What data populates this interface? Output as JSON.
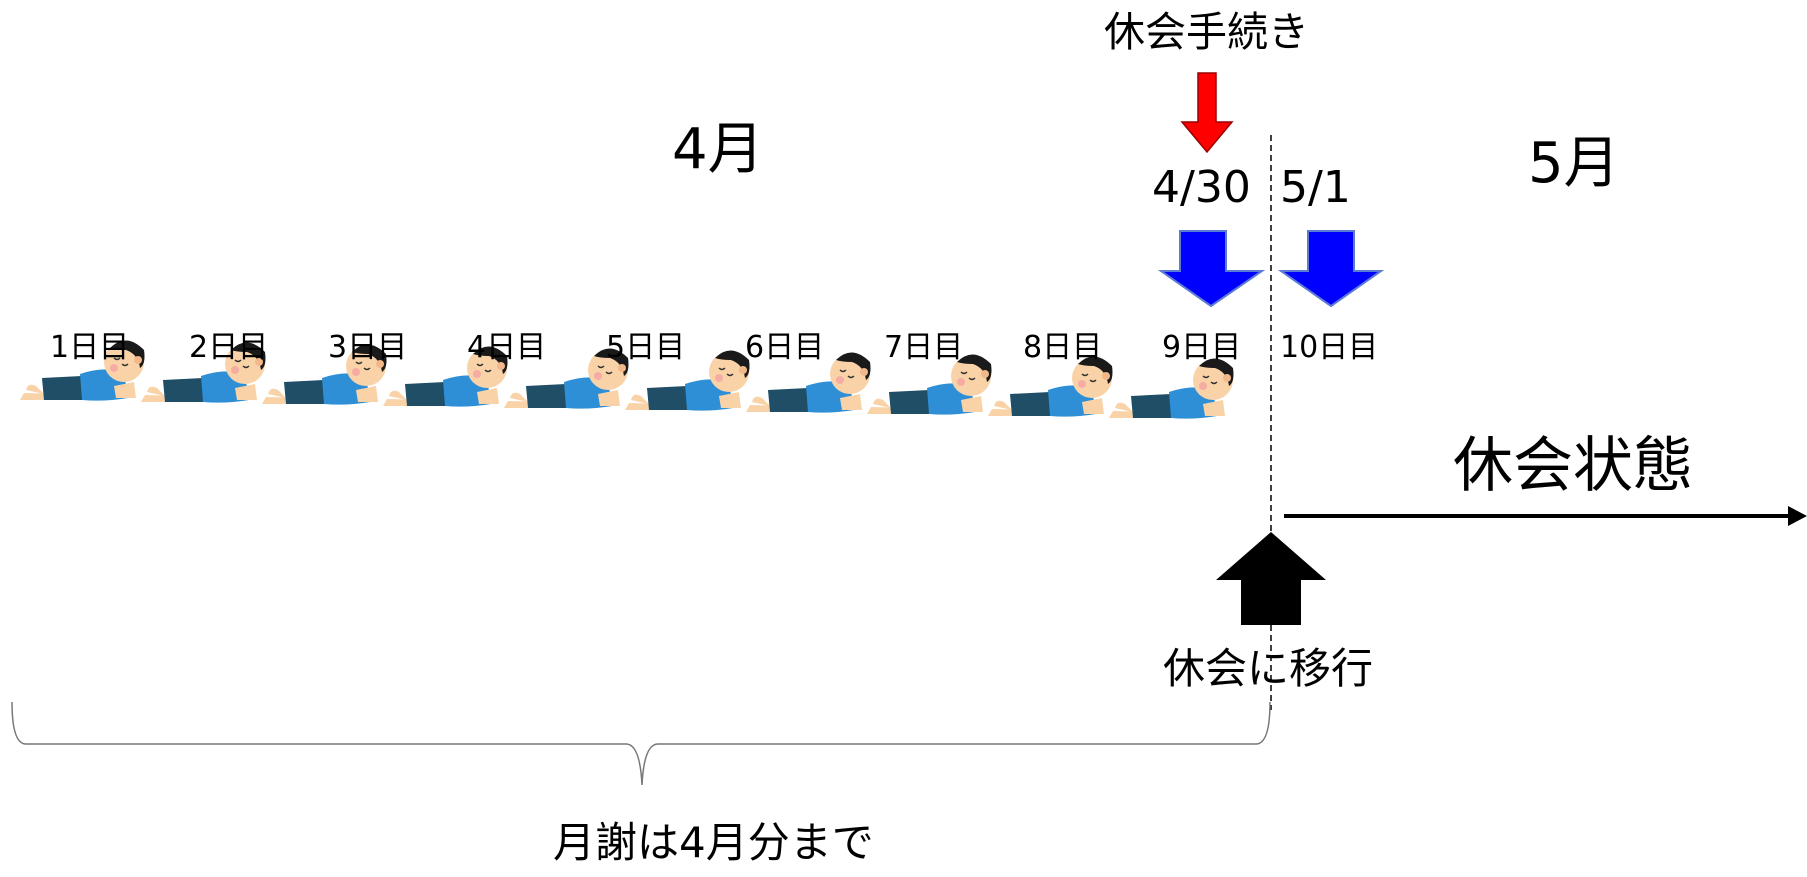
{
  "texts": {
    "month_april": "4月",
    "month_may": "5月",
    "date_apr30": "4/30",
    "date_may1": "5/1",
    "procedure": "休会手続き",
    "transition": "休会に移行",
    "status": "休会状態",
    "fee_note": "月謝は4月分まで"
  },
  "days": [
    "1日目",
    "2日目",
    "3日目",
    "4日目",
    "5日目",
    "6日目",
    "7日目",
    "8日目",
    "9日目",
    "10日目"
  ],
  "icons": {
    "sleeper": "sleeping-child-icon",
    "red_arrow": "red-down-arrow-icon",
    "blue_arrow": "blue-down-arrow-icon",
    "black_arrow": "black-up-arrow-icon"
  },
  "colors": {
    "red_arrow": "#ff0000",
    "blue_arrow": "#0000ff",
    "black": "#000000",
    "shirt": "#2e8fd6",
    "shorts": "#1f4e66",
    "skin": "#f9d3a7",
    "hair": "#1a1a1a"
  }
}
